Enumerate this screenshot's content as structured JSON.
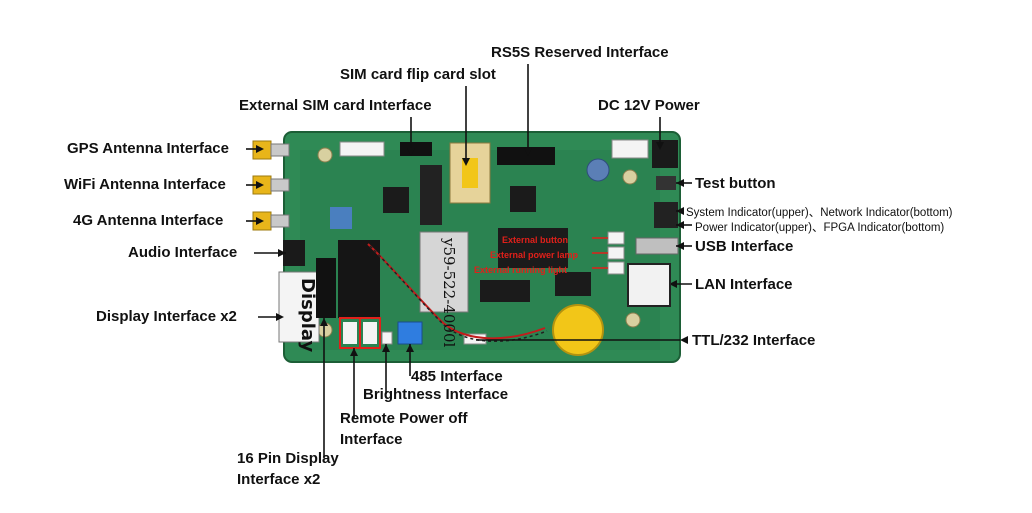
{
  "labels": {
    "rs5s": "RS5S Reserved Interface",
    "sim_flip": "SIM card flip card slot",
    "external_sim": "External  SIM card Interface",
    "dc_power": "DC 12V Power",
    "gps": "GPS Antenna Interface",
    "wifi": "WiFi Antenna Interface",
    "g4": "4G Antenna Interface",
    "audio": "Audio Interface",
    "display_x2": "Display Interface x2",
    "test_button": "Test button",
    "system_indicator": "System Indicator(upper)、Network Indicator(bottom)",
    "power_indicator": "Power Indicator(upper)、FPGA Indicator(bottom)",
    "usb": "USB Interface",
    "lan": "LAN Interface",
    "ttl232": "TTL/232 Interface",
    "rs485": "485 Interface",
    "brightness": "Brightness Interface",
    "remote_power_1": "Remote Power off",
    "remote_power_2": "Interface",
    "pin16_1": "16 Pin Display",
    "pin16_2": "Interface x2"
  },
  "board_marks": {
    "external_button": "External button",
    "external_power_lamp": "External power lamp",
    "external_running_light": "External running light",
    "chip_code": "y59-522-4000l",
    "display_text": "Display"
  },
  "colors": {
    "pcb": "#2f8a55",
    "pcb_dark": "#1f6a3e",
    "red_callout": "#e0201a",
    "battery": "#f2c618"
  }
}
